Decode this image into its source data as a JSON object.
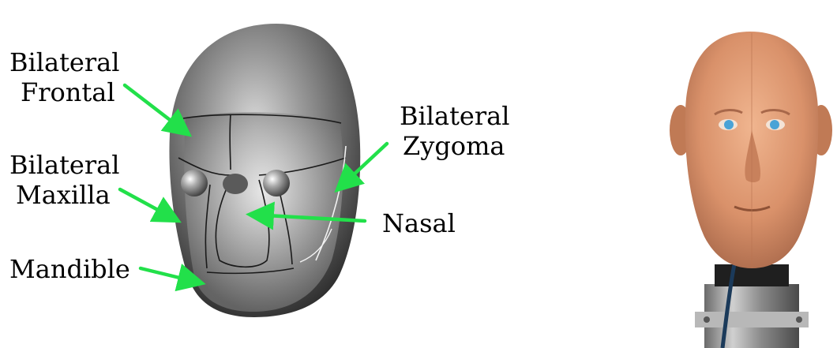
{
  "labels": {
    "frontal": {
      "line1": "Bilateral",
      "line2": "Frontal"
    },
    "maxilla": {
      "line1": "Bilateral",
      "line2": "Maxilla"
    },
    "mandible": "Mandible",
    "zygoma": {
      "line1": "Bilateral",
      "line2": "Zygoma"
    },
    "nasal": "Nasal"
  },
  "colors": {
    "arrow": "#22e04a",
    "model_gray": "#6e6e6e",
    "skin": "#d9916a",
    "eye_blue": "#4aa3d6",
    "base_metal": "#9a9a9a"
  }
}
